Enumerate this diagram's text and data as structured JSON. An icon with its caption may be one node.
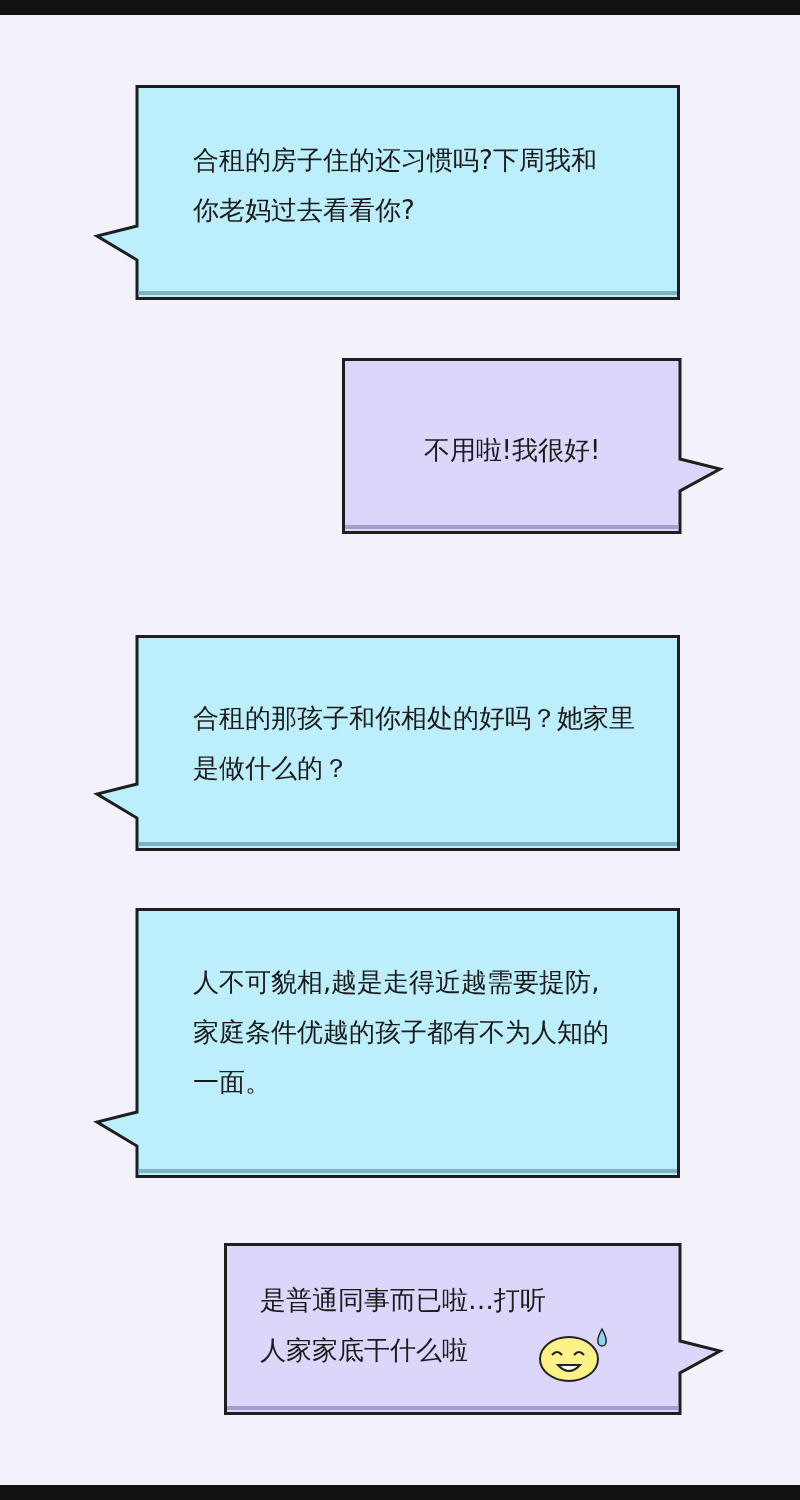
{
  "diagram": {
    "nodes": [
      {
        "text": [
          "合租的房子住的还习惯吗?下周我和你老妈过去看看你?"
        ]
      },
      {
        "text": [
          "不用啦!我很好!"
        ]
      },
      {
        "text": [
          "合租的那孩子和你相处的好吗？她家里是做什么的？"
        ]
      },
      {
        "text": [
          "人不可貌相,越是走得近越需要提防,家庭条件优越的孩子都有不为人知的一面。"
        ]
      },
      {
        "text": [
          "是普通同事而已啦…打听人家家底干什么啦"
        ]
      }
    ]
  }
}
